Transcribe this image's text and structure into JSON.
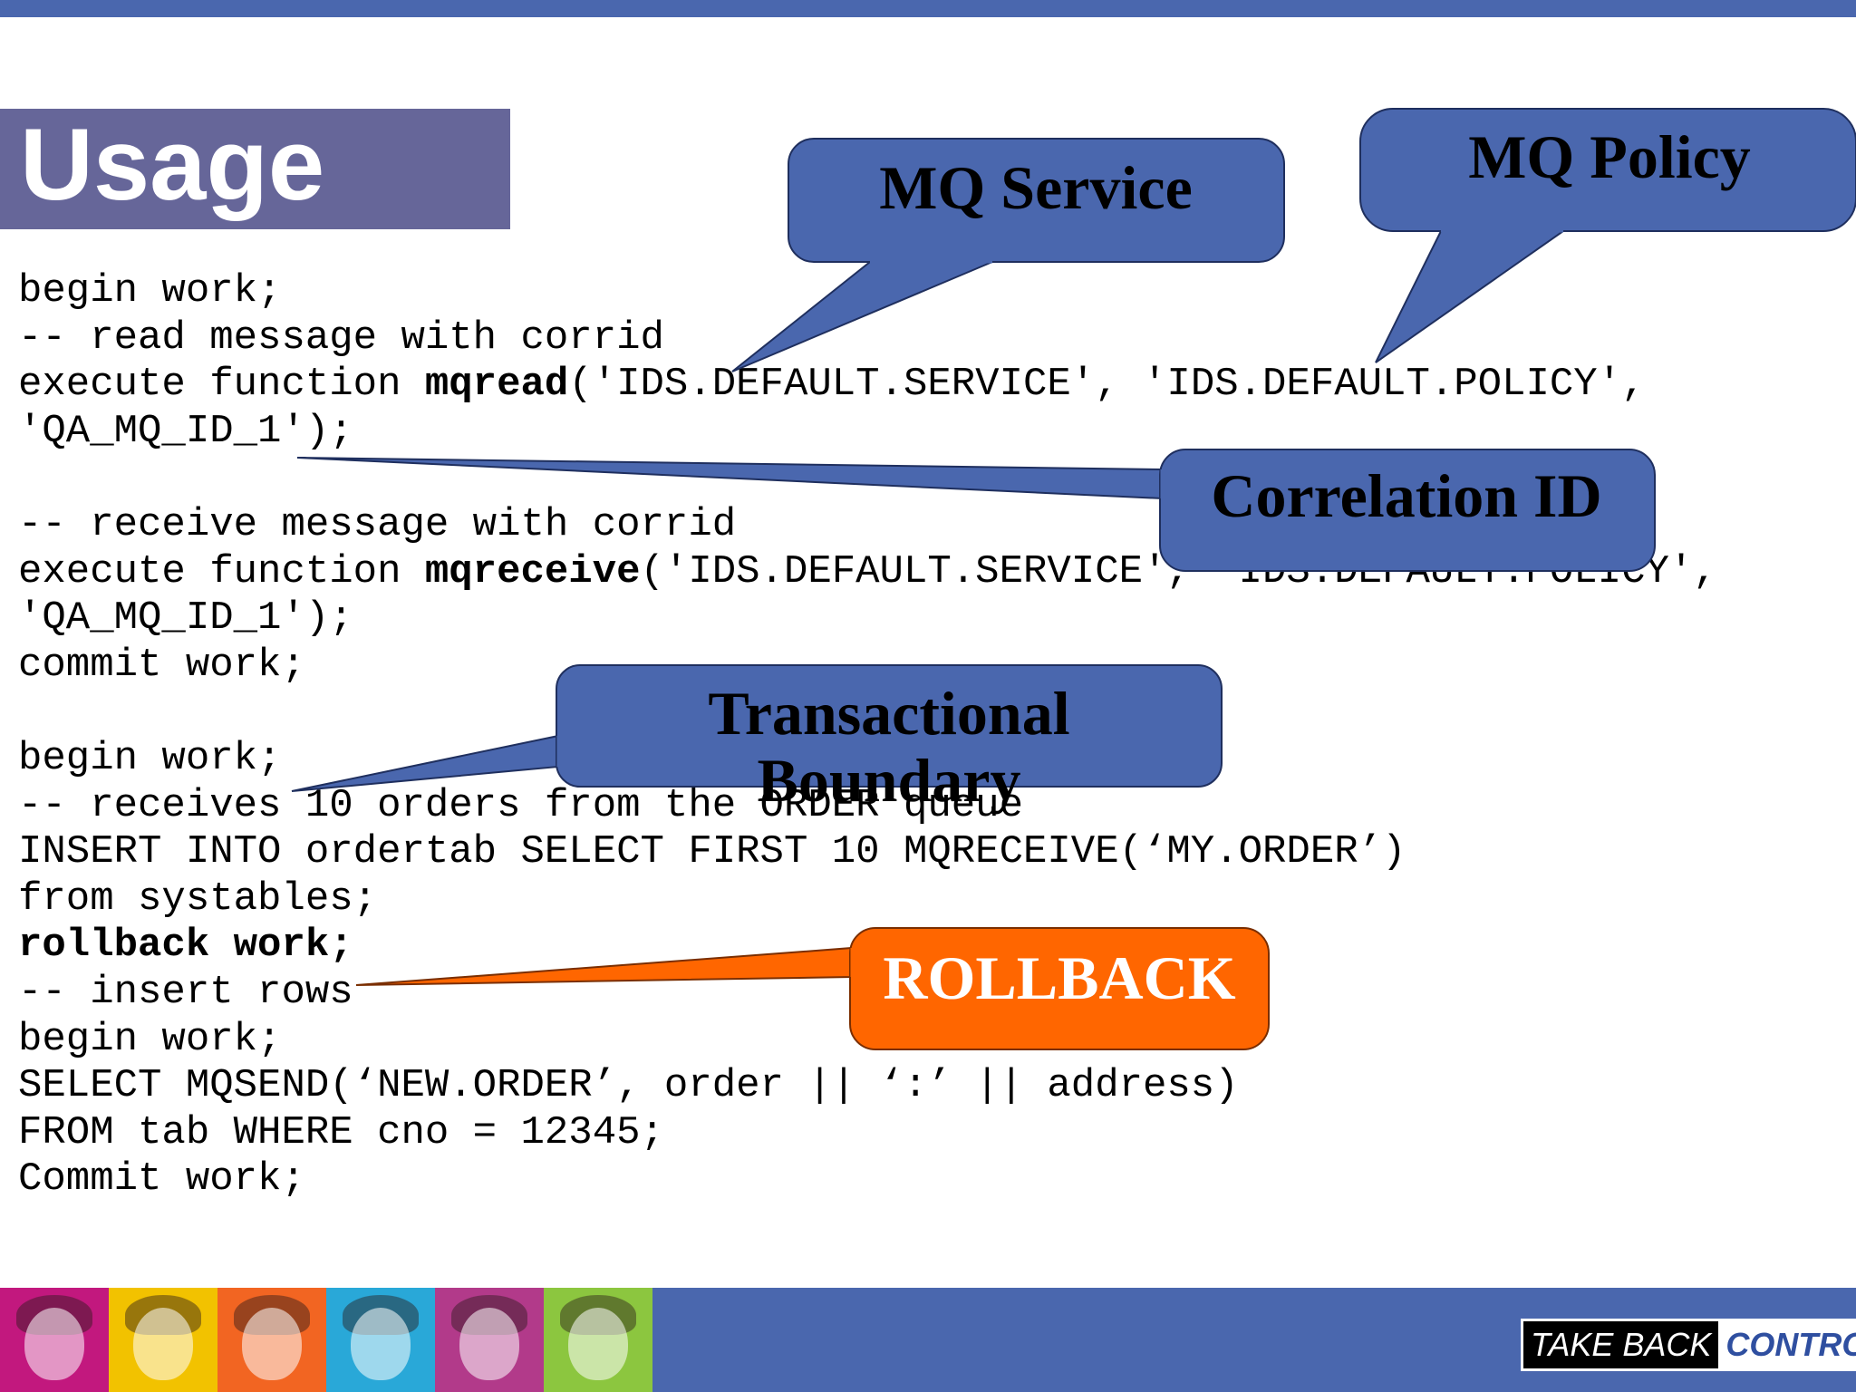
{
  "slide": {
    "title": "Usage",
    "code_lines": [
      [
        {
          "text": "begin work;"
        }
      ],
      [
        {
          "text": "-- read message with corrid"
        }
      ],
      [
        {
          "text": "execute function "
        },
        {
          "text": "mqread",
          "bold": true
        },
        {
          "text": "('IDS.DEFAULT.SERVICE', 'IDS.DEFAULT.POLICY',"
        }
      ],
      [
        {
          "text": "'QA_MQ_ID_1');"
        }
      ],
      [
        {
          "text": ""
        }
      ],
      [
        {
          "text": "-- receive message with corrid"
        }
      ],
      [
        {
          "text": "execute function "
        },
        {
          "text": "mqreceive",
          "bold": true
        },
        {
          "text": "('IDS.DEFAULT.SERVICE', 'IDS.DEFAULT.POLICY',"
        }
      ],
      [
        {
          "text": "'QA_MQ_ID_1');"
        }
      ],
      [
        {
          "text": "commit work;"
        }
      ],
      [
        {
          "text": ""
        }
      ],
      [
        {
          "text": "begin work;"
        }
      ],
      [
        {
          "text": "-- receives 10 orders from the ORDER queue"
        }
      ],
      [
        {
          "text": "INSERT INTO ordertab SELECT FIRST 10 MQRECEIVE(‘MY.ORDER’)"
        }
      ],
      [
        {
          "text": "from systables;"
        }
      ],
      [
        {
          "text": "rollback work;",
          "bold": true
        }
      ],
      [
        {
          "text": "-- insert rows"
        }
      ],
      [
        {
          "text": "begin work;"
        }
      ],
      [
        {
          "text": "SELECT MQSEND(‘NEW.ORDER’, order || ‘:’ || address)"
        }
      ],
      [
        {
          "text": "FROM tab WHERE cno = 12345;"
        }
      ],
      [
        {
          "text": "Commit work;"
        }
      ]
    ],
    "callouts": [
      {
        "lines": [
          "MQ Service"
        ],
        "fill": "#4a67ae",
        "stroke": "#1f2f5e",
        "text_color": "#000000"
      },
      {
        "lines": [
          "MQ Policy"
        ],
        "fill": "#4a67ae",
        "stroke": "#1f2f5e",
        "text_color": "#000000"
      },
      {
        "lines": [
          "Correlation ID"
        ],
        "fill": "#4a67ae",
        "stroke": "#1f2f5e",
        "text_color": "#000000"
      },
      {
        "lines": [
          "Transactional",
          "Boundary"
        ],
        "fill": "#4a67ae",
        "stroke": "#1f2f5e",
        "text_color": "#000000"
      },
      {
        "lines": [
          "ROLLBACK"
        ],
        "fill": "#ff6600",
        "stroke": "#7a2e00",
        "text_color": "#ffffff"
      }
    ]
  },
  "footer": {
    "logo_take": "TAKE BACK",
    "logo_control": "CONTROL",
    "people_colors": [
      "#c2187e",
      "#f2c200",
      "#f26522",
      "#29a8d8",
      "#b23a8a",
      "#8cc63f"
    ]
  }
}
